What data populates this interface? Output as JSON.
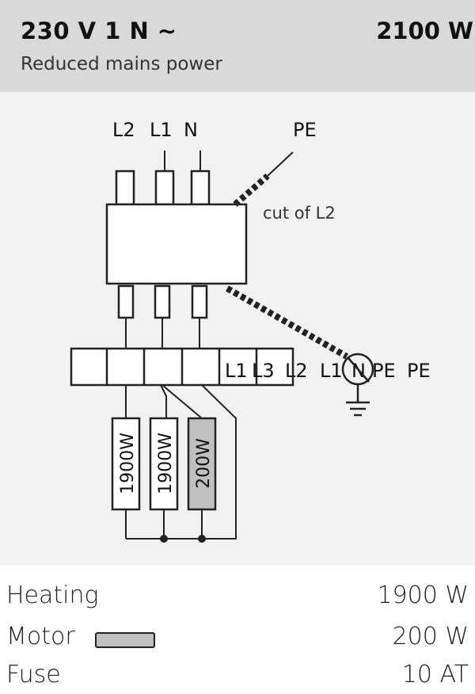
{
  "header": {
    "voltage": "230 V 1 N ~",
    "power": "2100 W",
    "subtitle": "Reduced mains power"
  },
  "diagram": {
    "top_labels": [
      "L2",
      "L1",
      "N"
    ],
    "pe_label": "PE",
    "cut_note": "cut of L2",
    "terminal_labels": [
      "L1",
      "L3",
      "L2",
      "L1",
      "N",
      "PE",
      "PE"
    ],
    "resistors": [
      "1900W",
      "1900W",
      "200W"
    ]
  },
  "legend": {
    "rows": [
      {
        "label": "Heating",
        "value": "1900 W"
      },
      {
        "label": "Motor",
        "value": "200 W"
      },
      {
        "label": "Fuse",
        "value": "10 AT"
      }
    ]
  },
  "colors": {
    "header_bg": "#d9d9d9",
    "diagram_bg": "#f2f2f2",
    "motor_fill": "#c0c0c0"
  }
}
